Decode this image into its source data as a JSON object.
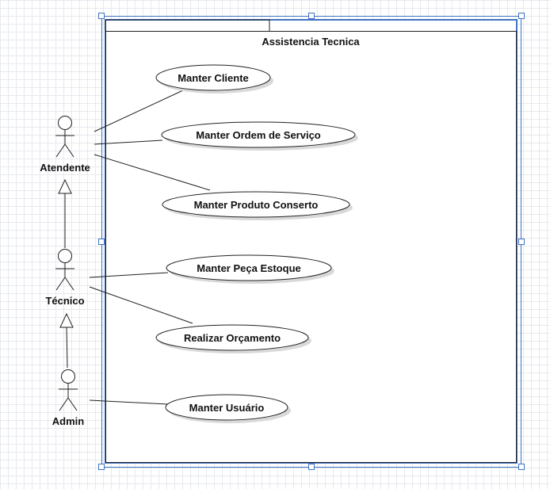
{
  "diagram": {
    "system": {
      "title": "Assistencia Tecnica"
    },
    "actors": [
      {
        "id": "atendente",
        "name": "Atendente"
      },
      {
        "id": "tecnico",
        "name": "Técnico"
      },
      {
        "id": "admin",
        "name": "Admin"
      }
    ],
    "use_cases": [
      {
        "id": "uc1",
        "label": "Manter Cliente"
      },
      {
        "id": "uc2",
        "label": "Manter Ordem de Serviço"
      },
      {
        "id": "uc3",
        "label": "Manter Produto Conserto"
      },
      {
        "id": "uc4",
        "label": "Manter Peça Estoque"
      },
      {
        "id": "uc5",
        "label": "Realizar Orçamento"
      },
      {
        "id": "uc6",
        "label": "Manter Usuário"
      }
    ],
    "associations": [
      {
        "actor": "atendente",
        "use_case": "uc1"
      },
      {
        "actor": "atendente",
        "use_case": "uc2"
      },
      {
        "actor": "atendente",
        "use_case": "uc3"
      },
      {
        "actor": "tecnico",
        "use_case": "uc4"
      },
      {
        "actor": "tecnico",
        "use_case": "uc5"
      },
      {
        "actor": "admin",
        "use_case": "uc6"
      }
    ],
    "generalizations": [
      {
        "child": "tecnico",
        "parent": "atendente"
      },
      {
        "child": "admin",
        "parent": "tecnico"
      }
    ]
  },
  "colors": {
    "selection": "#3f72c4",
    "stroke": "#222222",
    "handle_fill": "#ffffff",
    "shadow": "#d9d9d9"
  }
}
